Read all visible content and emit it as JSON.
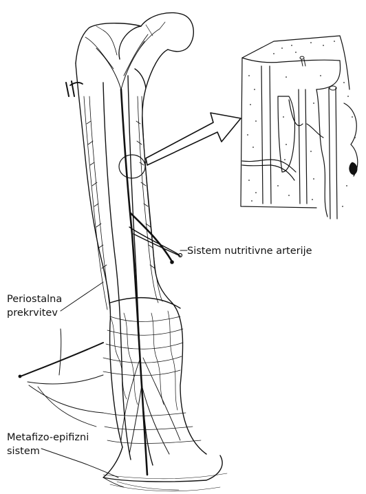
{
  "labels": {
    "nutritive_system": "Sistem nutritivne arterije",
    "periosteal_line1": "Periostalna",
    "periosteal_line2": "prekrvitev",
    "metaphyseal_line1": "Metafizo-epifizni",
    "metaphyseal_line2": "sistem"
  },
  "colors": {
    "ink": "#111111",
    "background": "#ffffff"
  }
}
